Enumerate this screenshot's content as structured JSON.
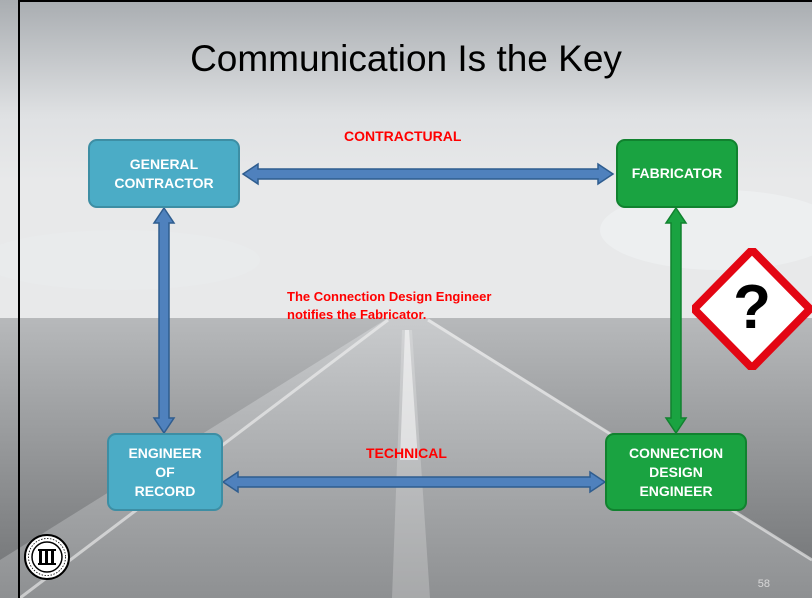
{
  "slide": {
    "title": "Communication Is the Key",
    "nodes": {
      "general_contractor": "GENERAL\nCONTRACTOR",
      "fabricator": "FABRICATOR",
      "engineer_of_record": "ENGINEER\nOF\nRECORD",
      "connection_design_engineer": "CONNECTION\nDESIGN\nENGINEER"
    },
    "labels": {
      "top": "CONTRACTURAL",
      "bottom": "TECHNICAL"
    },
    "note": "The Connection Design Engineer\nnotifies the Fabricator.",
    "hazard_symbol": "?",
    "page_number": "58",
    "colors": {
      "blue_box": "#4bacc6",
      "green_box": "#1aa341",
      "arrow_blue": "#4f81bd",
      "arrow_green": "#1aa341",
      "label_red": "#ff0000"
    }
  }
}
